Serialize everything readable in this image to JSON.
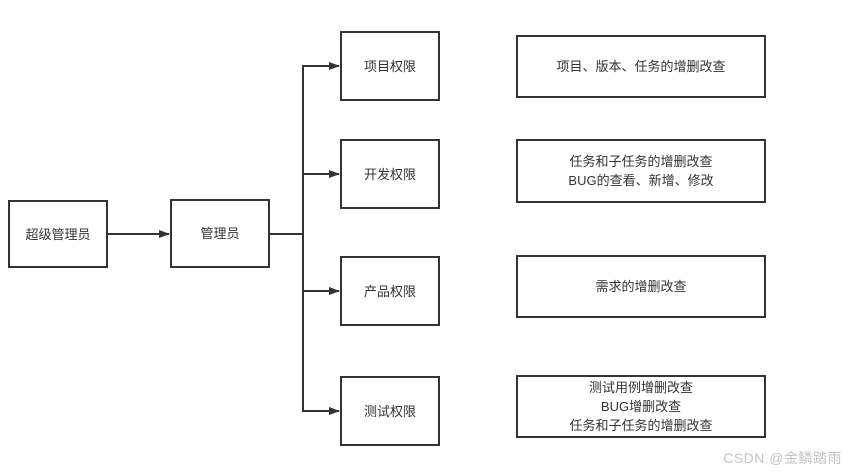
{
  "diagram": {
    "root": {
      "label": "超级管理员"
    },
    "manager": {
      "label": "管理员"
    },
    "rows": [
      {
        "permission": "项目权限",
        "desc_lines": [
          "项目、版本、任务的增删改查"
        ]
      },
      {
        "permission": "开发权限",
        "desc_lines": [
          "任务和子任务的增删改查",
          "BUG的查看、新增、修改"
        ]
      },
      {
        "permission": "产品权限",
        "desc_lines": [
          "需求的增删改查"
        ]
      },
      {
        "permission": "测试权限",
        "desc_lines": [
          "测试用例增删改查",
          "BUG增删改查",
          "任务和子任务的增删改查"
        ]
      }
    ]
  },
  "watermark": "CSDN @金鳞踏雨",
  "colors": {
    "line": "#333333",
    "border": "#333333",
    "text": "#333333",
    "watermark": "#c4c4c4",
    "background": "#ffffff"
  }
}
